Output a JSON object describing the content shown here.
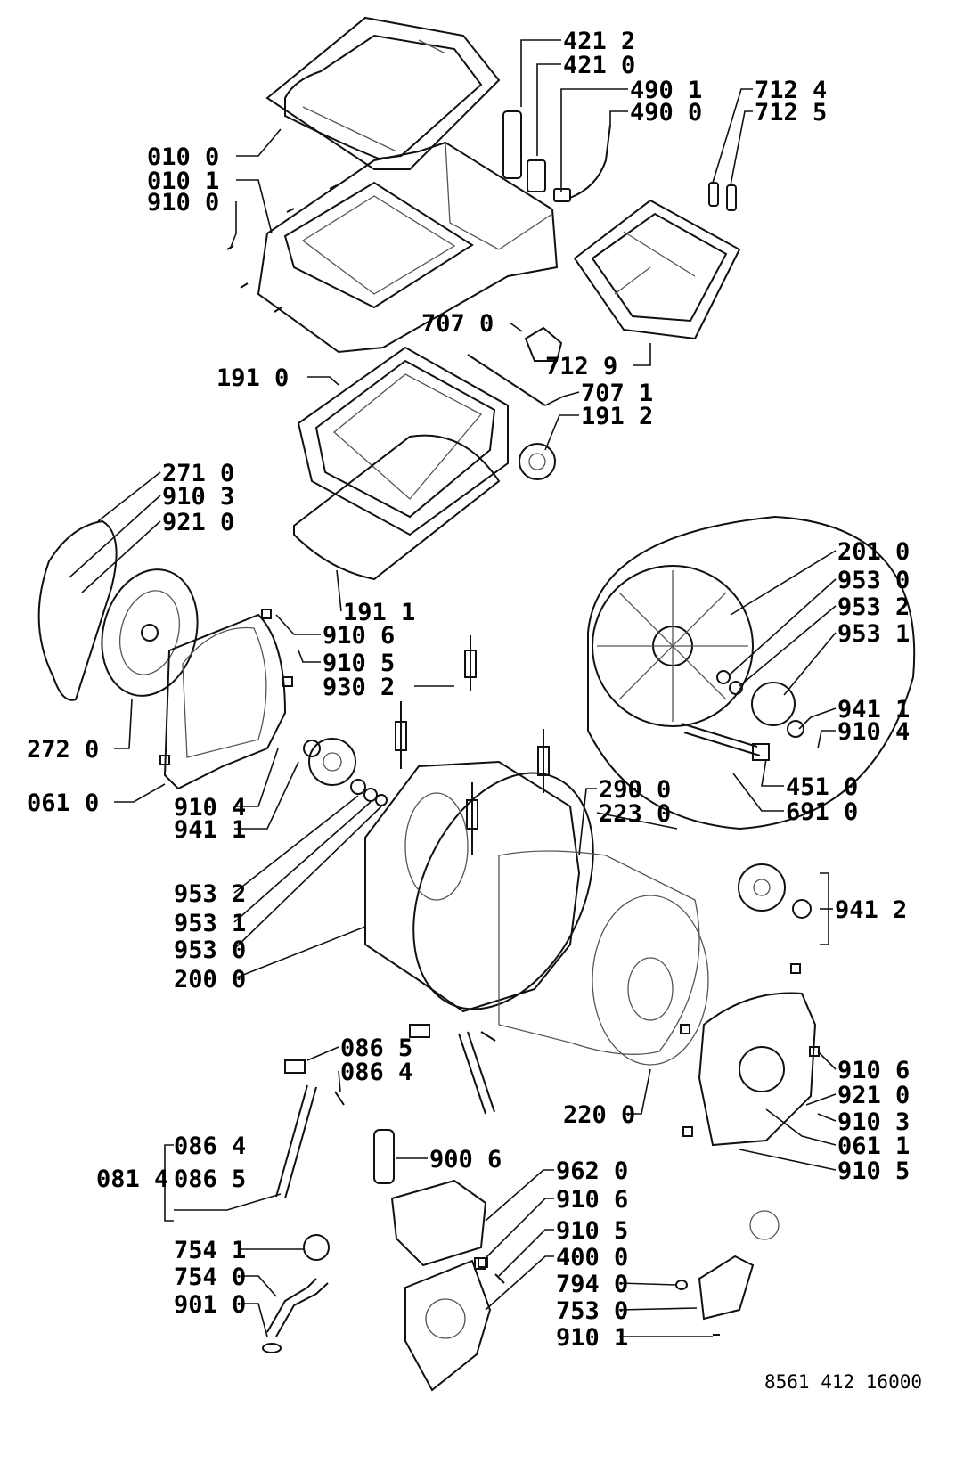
{
  "diagram": {
    "doc_code": "8561 412 16000",
    "labels": {
      "l4212": "421 2",
      "l4210": "421 0",
      "l4901": "490 1",
      "l4900": "490 0",
      "l7124": "712 4",
      "l7125": "712 5",
      "l0100": "010 0",
      "l0101": "010 1",
      "l9100": "910 0",
      "l7070": "707 0",
      "l7129": "712 9",
      "l1910": "191 0",
      "l7071": "707 1",
      "l1912": "191 2",
      "l2710": "271 0",
      "l9103a": "910 3",
      "l9210a": "921 0",
      "l2010": "201 0",
      "l9530a": "953 0",
      "l9532a": "953 2",
      "l9531a": "953 1",
      "l1911": "191 1",
      "l9106a": "910 6",
      "l9105a": "910 5",
      "l9302": "930 2",
      "l9411a": "941 1",
      "l9104a": "910 4",
      "l2720": "272 0",
      "l4510": "451 0",
      "l0610": "061 0",
      "l6910": "691 0",
      "l9104b": "910 4",
      "l9411b": "941 1",
      "l2900": "290 0",
      "l2230": "223 0",
      "l9532b": "953 2",
      "l9531b": "953 1",
      "l9530b": "953 0",
      "l2000": "200 0",
      "l9412": "941 2",
      "l0865a": "086 5",
      "l0864a": "086 4",
      "l9106b": "910 6",
      "l9210b": "921 0",
      "l9103b": "910 3",
      "l2200": "220 0",
      "l0611": "061 1",
      "l0864b": "086 4",
      "l0814": "081 4",
      "l0865b": "086 5",
      "l9105b": "910 5",
      "l9006": "900 6",
      "l9620": "962 0",
      "l9106c": "910 6",
      "l9105c": "910 5",
      "l7541": "754 1",
      "l4000": "400 0",
      "l7540": "754 0",
      "l7940": "794 0",
      "l9010": "901 0",
      "l7530": "753 0",
      "l9101": "910 1"
    }
  }
}
